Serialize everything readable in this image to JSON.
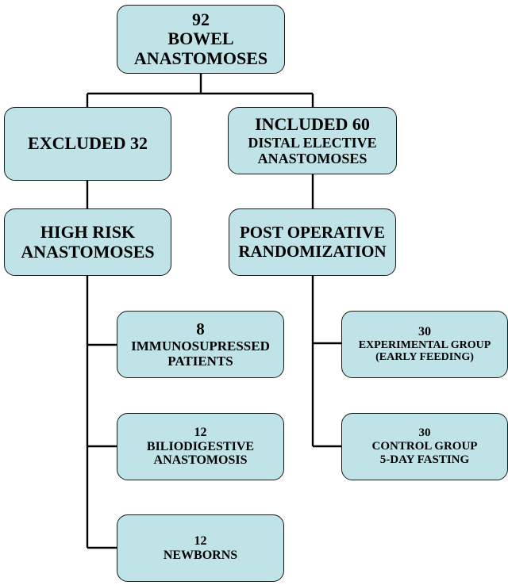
{
  "colors": {
    "box_fill": "#bfe3e6",
    "box_border": "#1a1a1a",
    "line": "#000000",
    "text": "#000000"
  },
  "nodes": {
    "root": {
      "count": "92",
      "line1": "BOWEL",
      "line2": "ANASTOMOSES"
    },
    "excluded": {
      "label": "EXCLUDED 32"
    },
    "included": {
      "title": "INCLUDED 60",
      "line1": "DISTAL ELECTIVE",
      "line2": "ANASTOMOSES"
    },
    "high_risk": {
      "line1": "HIGH RISK",
      "line2": "ANASTOMOSES"
    },
    "randomization": {
      "line1": "POST OPERATIVE",
      "line2": "RANDOMIZATION"
    },
    "immunosupressed": {
      "count": "8",
      "line1": "IMMUNOSUPRESSED",
      "line2": "PATIENTS"
    },
    "biliodigestive": {
      "count": "12",
      "line1": "BILIODIGESTIVE",
      "line2": "ANASTOMOSIS"
    },
    "newborns": {
      "count": "12",
      "line1": "NEWBORNS"
    },
    "experimental": {
      "count": "30",
      "line1": "EXPERIMENTAL GROUP",
      "line2": "(EARLY FEEDING)"
    },
    "control": {
      "count": "30",
      "line1": "CONTROL GROUP",
      "line2": "5-DAY FASTING"
    }
  },
  "edges": [
    [
      "root",
      "excluded"
    ],
    [
      "root",
      "included"
    ],
    [
      "excluded",
      "high_risk"
    ],
    [
      "included",
      "randomization"
    ],
    [
      "high_risk",
      "immunosupressed"
    ],
    [
      "high_risk",
      "biliodigestive"
    ],
    [
      "high_risk",
      "newborns"
    ],
    [
      "randomization",
      "experimental"
    ],
    [
      "randomization",
      "control"
    ]
  ]
}
